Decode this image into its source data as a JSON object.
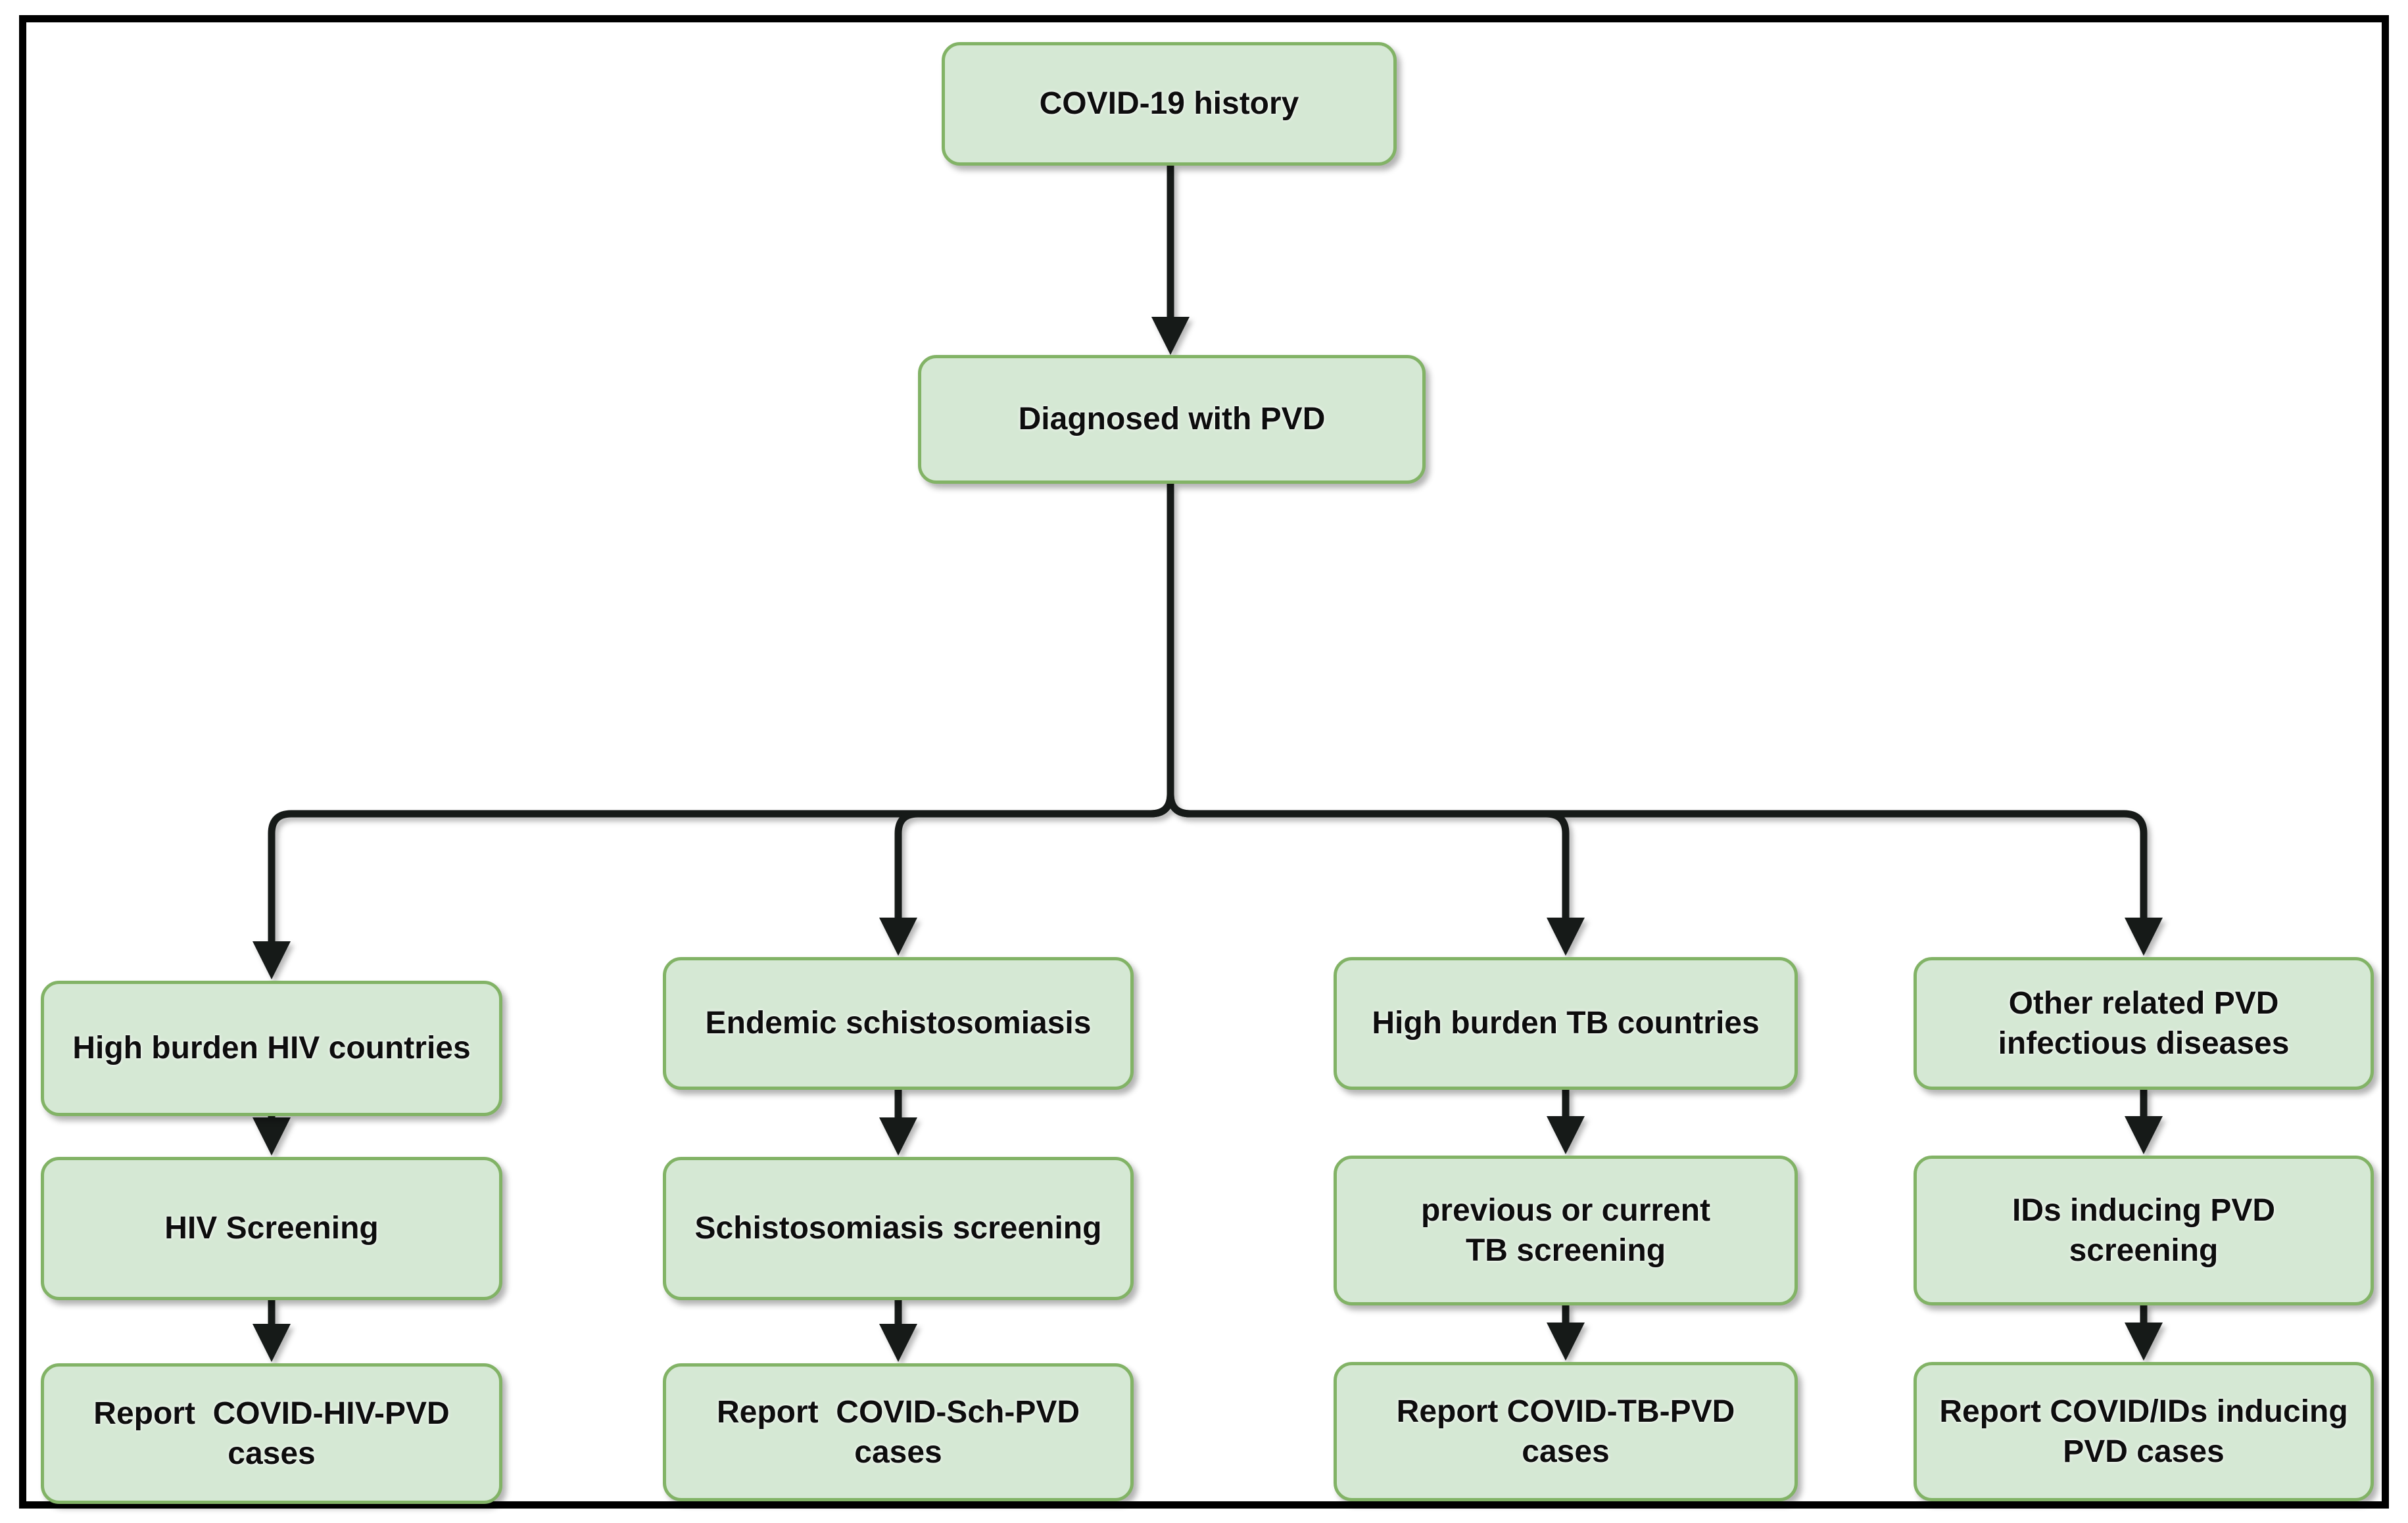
{
  "colors": {
    "background": "#ffffff",
    "frame": "#000000",
    "node_fill": "#d5e8d4",
    "node_border": "#82b366",
    "connector": "#161a18",
    "text": "#0d0d0d"
  },
  "nodes": {
    "root": "COVID-19 history",
    "diagnosis": "Diagnosed with PVD"
  },
  "columns": [
    {
      "steps": [
        "High burden HIV countries",
        "HIV Screening",
        "Report  COVID-HIV-PVD\ncases"
      ]
    },
    {
      "steps": [
        "Endemic schistosomiasis",
        "Schistosomiasis screening",
        "Report  COVID-Sch-PVD\ncases"
      ]
    },
    {
      "steps": [
        "High burden TB countries",
        "previous or current\nTB screening",
        "Report COVID-TB-PVD\ncases"
      ]
    },
    {
      "steps": [
        "Other related PVD\ninfectious diseases",
        "IDs inducing PVD\nscreening",
        "Report COVID/IDs inducing\nPVD cases"
      ]
    }
  ],
  "edges": [
    {
      "from": "COVID-19 history",
      "to": "Diagnosed with PVD"
    },
    {
      "from": "Diagnosed with PVD",
      "to": "High burden HIV countries"
    },
    {
      "from": "Diagnosed with PVD",
      "to": "Endemic schistosomiasis"
    },
    {
      "from": "Diagnosed with PVD",
      "to": "High burden TB countries"
    },
    {
      "from": "Diagnosed with PVD",
      "to": "Other related PVD infectious diseases"
    },
    {
      "from": "High burden HIV countries",
      "to": "HIV Screening"
    },
    {
      "from": "HIV Screening",
      "to": "Report COVID-HIV-PVD cases"
    },
    {
      "from": "Endemic schistosomiasis",
      "to": "Schistosomiasis screening"
    },
    {
      "from": "Schistosomiasis screening",
      "to": "Report COVID-Sch-PVD cases"
    },
    {
      "from": "High burden TB countries",
      "to": "previous or current TB screening"
    },
    {
      "from": "previous or current TB screening",
      "to": "Report COVID-TB-PVD cases"
    },
    {
      "from": "Other related PVD infectious diseases",
      "to": "IDs inducing PVD screening"
    },
    {
      "from": "IDs inducing PVD screening",
      "to": "Report COVID/IDs inducing PVD cases"
    }
  ]
}
